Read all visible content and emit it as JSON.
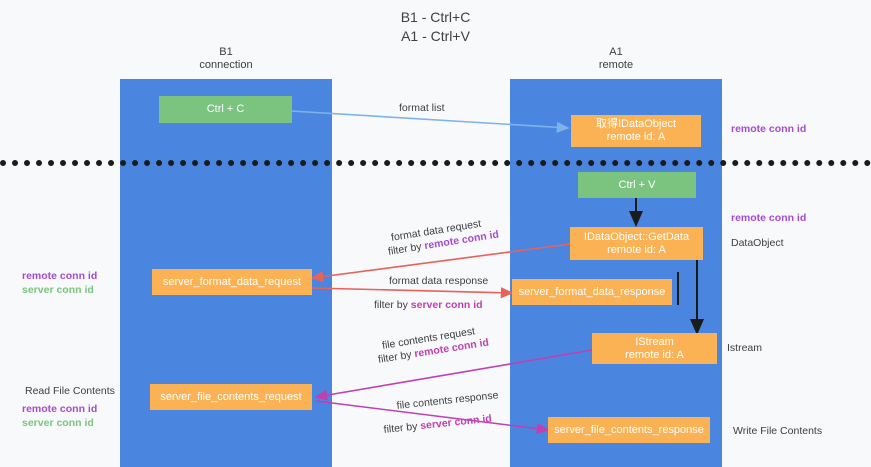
{
  "title": {
    "line1": "B1 - Ctrl+C",
    "line2": "A1 - Ctrl+V"
  },
  "lanes": [
    {
      "name": "B1",
      "role": "connection",
      "color": "#4a86e0"
    },
    {
      "name": "A1",
      "role": "remote",
      "color": "#4a86e0"
    }
  ],
  "colors": {
    "lane": "#4a86e0",
    "green_box": "#7bc47f",
    "orange_box": "#fbb254",
    "remote_conn_id": "#a54bd3",
    "server_conn_id": "#7bc47f",
    "server_conn_id_alt": "#c23fb0",
    "arrow_blue": "#7fb3e8",
    "arrow_red": "#e8625a",
    "arrow_black": "#1b1b1b",
    "arrow_magenta": "#c23fb0",
    "text": "#3c4043",
    "background": "#f8f9fa"
  },
  "boxes": {
    "ctrl_c": {
      "line1": "Ctrl + C",
      "line2": ""
    },
    "ctrl_v": {
      "line1": "Ctrl + V",
      "line2": ""
    },
    "idataobject": {
      "line1": "取得IDataObject",
      "line2": "remote id: A"
    },
    "getdata": {
      "line1": "IDataObject::GetData",
      "line2": "remote id: A"
    },
    "istream": {
      "line1": "IStream",
      "line2": "remote id: A"
    },
    "server_format_data_request": {
      "line1": "server_format_data_request",
      "line2": ""
    },
    "server_format_data_response": {
      "line1": "server_format_data_response",
      "line2": ""
    },
    "server_file_contents_request": {
      "line1": "server_file_contents_request",
      "line2": ""
    },
    "server_file_contents_response": {
      "line1": "server_file_contents_response",
      "line2": ""
    }
  },
  "edge_labels": {
    "format_list": "format list",
    "format_data_request": "format data request",
    "format_data_request_filter_prefix": "filter by ",
    "format_data_request_filter_key": "remote conn id",
    "format_data_response": "format data response",
    "format_data_response_filter_prefix": "filter by ",
    "format_data_response_filter_key": "server conn id",
    "file_contents_request": "file contents request",
    "file_contents_request_filter_prefix": "filter by ",
    "file_contents_request_filter_key": "remote conn id",
    "file_contents_response": "file contents response",
    "file_contents_response_filter_prefix": "filter by ",
    "file_contents_response_filter_key": "server conn id"
  },
  "annotations": {
    "right_remote_conn_id_top": "remote conn id",
    "right_remote_conn_id_mid": "remote conn id",
    "right_dataobject": "DataObject",
    "right_istream": "Istream",
    "right_write_file_contents": "Write File Contents",
    "left_remote_conn_id": "remote conn id",
    "left_server_conn_id": "server conn id",
    "left_read_file_contents": "Read File Contents",
    "left_remote_conn_id_2": "remote conn id",
    "left_server_conn_id_2": "server conn id"
  }
}
